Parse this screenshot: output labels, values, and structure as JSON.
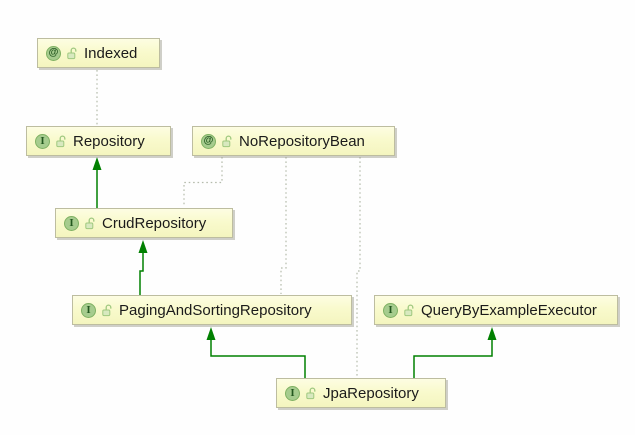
{
  "diagram": {
    "colors": {
      "canvas_background": "#FEFEFE",
      "node_fill": "#F9FACD",
      "node_border": "#BDBDA0",
      "inheritance_arrow": "#018001",
      "dependency_line": "#B5BBAC",
      "badge_fill": "#A6CC8E",
      "badge_border": "#7FB163",
      "lock_icon": "#9FC87F"
    },
    "nodes": [
      {
        "id": "indexed",
        "label": "Indexed",
        "kind": "annotation",
        "icon": "@"
      },
      {
        "id": "repository",
        "label": "Repository",
        "kind": "interface",
        "icon": "I"
      },
      {
        "id": "noRepositoryBean",
        "label": "NoRepositoryBean",
        "kind": "annotation",
        "icon": "@"
      },
      {
        "id": "crudRepository",
        "label": "CrudRepository",
        "kind": "interface",
        "icon": "I"
      },
      {
        "id": "pagingAndSortingRepository",
        "label": "PagingAndSortingRepository",
        "kind": "interface",
        "icon": "I"
      },
      {
        "id": "queryByExampleExecutor",
        "label": "QueryByExampleExecutor",
        "kind": "interface",
        "icon": "I"
      },
      {
        "id": "jpaRepository",
        "label": "JpaRepository",
        "kind": "interface",
        "icon": "I"
      }
    ],
    "edges": [
      {
        "from": "CrudRepository",
        "to": "Repository",
        "style": "solid-green-arrow"
      },
      {
        "from": "PagingAndSortingRepository",
        "to": "CrudRepository",
        "style": "solid-green-arrow"
      },
      {
        "from": "JpaRepository",
        "to": "PagingAndSortingRepository",
        "style": "solid-green-arrow"
      },
      {
        "from": "JpaRepository",
        "to": "QueryByExampleExecutor",
        "style": "solid-green-arrow"
      },
      {
        "from": "Indexed",
        "to": "Repository",
        "style": "dotted-gray"
      },
      {
        "from": "NoRepositoryBean",
        "to": "CrudRepository",
        "style": "dotted-gray"
      },
      {
        "from": "NoRepositoryBean",
        "to": "PagingAndSortingRepository",
        "style": "dotted-gray"
      },
      {
        "from": "NoRepositoryBean",
        "to": "JpaRepository",
        "style": "dotted-gray"
      }
    ]
  }
}
